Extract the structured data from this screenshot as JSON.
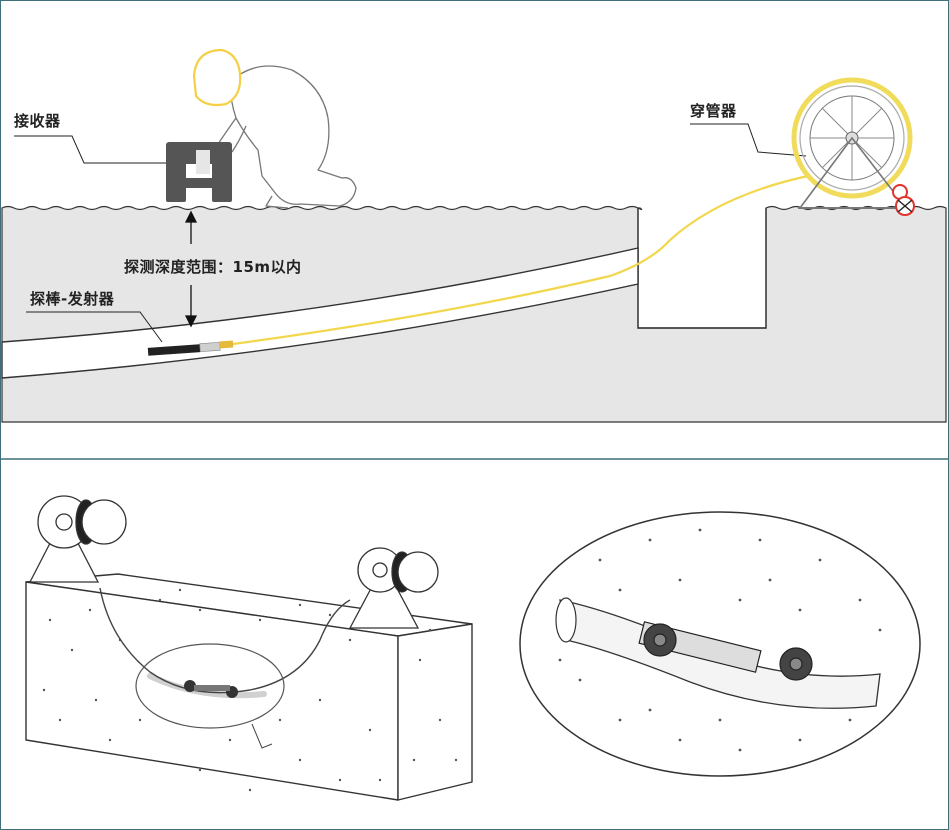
{
  "labels": {
    "receiver": "接收器",
    "depth_range": "探测深度范围：15m以内",
    "probe_transmitter": "探棒-发射器",
    "rodder": "穿管器"
  },
  "colors": {
    "ground": "#e6e6e6",
    "pipe_fill": "#ffffff",
    "cable": "#f2d64b",
    "reel_yellow": "#f0dc5a",
    "receiver": "#555555",
    "worker_helmet": "#f5d046",
    "wheel_red": "#e2332c",
    "frame_border": "#3f6f78",
    "divider": "#3f6f78"
  }
}
